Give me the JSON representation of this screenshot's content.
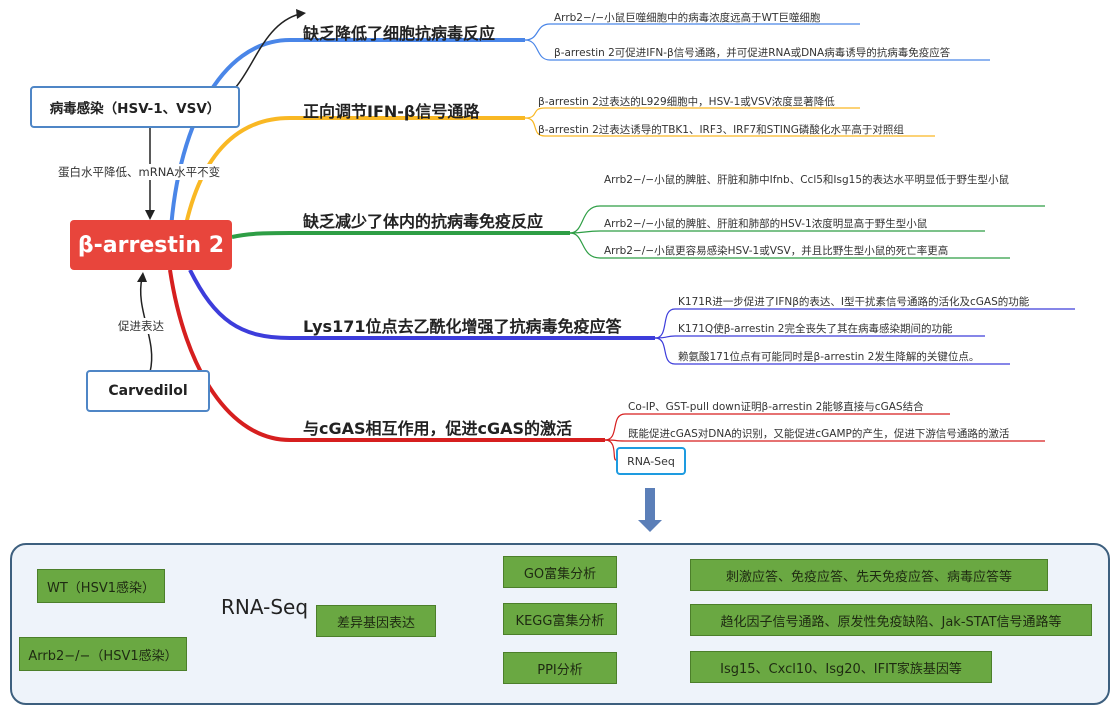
{
  "center": "β-arrestin 2",
  "virus": "病毒感染（HSV-1、VSV）",
  "virus_edge": "蛋白水平降低、mRNA水平不变",
  "carvedilol": "Carvedilol",
  "carvedilol_edge": "促进表达",
  "branches": [
    {
      "title": "缺乏降低了细胞抗病毒反应",
      "color": "#4a86e8",
      "leaves": [
        "Arrb2−/−小鼠巨噬细胞中的病毒浓度远高于WT巨噬细胞",
        "β-arrestin 2可促进IFN-β信号通路，并可促进RNA或DNA病毒诱导的抗病毒免疫应答"
      ]
    },
    {
      "title": "正向调节IFN-β信号通路",
      "color": "#f9b824",
      "leaves": [
        "β-arrestin 2过表达的L929细胞中，HSV-1或VSV浓度显著降低",
        "β-arrestin 2过表达诱导的TBK1、IRF3、IRF7和STING磷酸化水平高于对照组"
      ]
    },
    {
      "title": "缺乏减少了体内的抗病毒免疫反应",
      "color": "#2e9e45",
      "leaves": [
        "Arrb2−/−小鼠的脾脏、肝脏和肺中Ifnb、Ccl5和Isg15的表达水平明显低于野生型小鼠",
        "Arrb2−/−小鼠的脾脏、肝脏和肺部的HSV-1浓度明显高于野生型小鼠",
        "Arrb2−/−小鼠更容易感染HSV-1或VSV，并且比野生型小鼠的死亡率更高"
      ]
    },
    {
      "title": "Lys171位点去乙酰化增强了抗病毒免疫应答",
      "color": "#3d3ddb",
      "leaves": [
        "K171R进一步促进了IFNβ的表达、Ⅰ型干扰素信号通路的活化及cGAS的功能",
        "K171Q使β-arrestin 2完全丧失了其在病毒感染期间的功能",
        "赖氨酸171位点有可能同时是β-arrestin 2发生降解的关键位点。"
      ]
    },
    {
      "title": "与cGAS相互作用，促进cGAS的激活",
      "color": "#d61f1f",
      "leaves": [
        "Co-IP、GST-pull down证明β-arrestin 2能够直接与cGAS结合",
        "既能促进cGAS对DNA的识别，又能促进cGAMP的产生，促进下游信号通路的激活",
        "RNA-Seq"
      ]
    }
  ],
  "panel": {
    "wt": "WT（HSV1感染）",
    "ko": "Arrb2−/−（HSV1感染）",
    "rnaseq": "RNA-Seq",
    "deg": "差异基因表达",
    "go": "GO富集分析",
    "kegg": "KEGG富集分析",
    "ppi": "PPI分析",
    "go_res": "刺激应答、免疫应答、先天免疫应答、病毒应答等",
    "kegg_res": "趋化因子信号通路、原发性免疫缺陷、Jak-STAT信号通路等",
    "ppi_res": "Isg15、Cxcl10、Isg20、IFIT家族基因等"
  }
}
